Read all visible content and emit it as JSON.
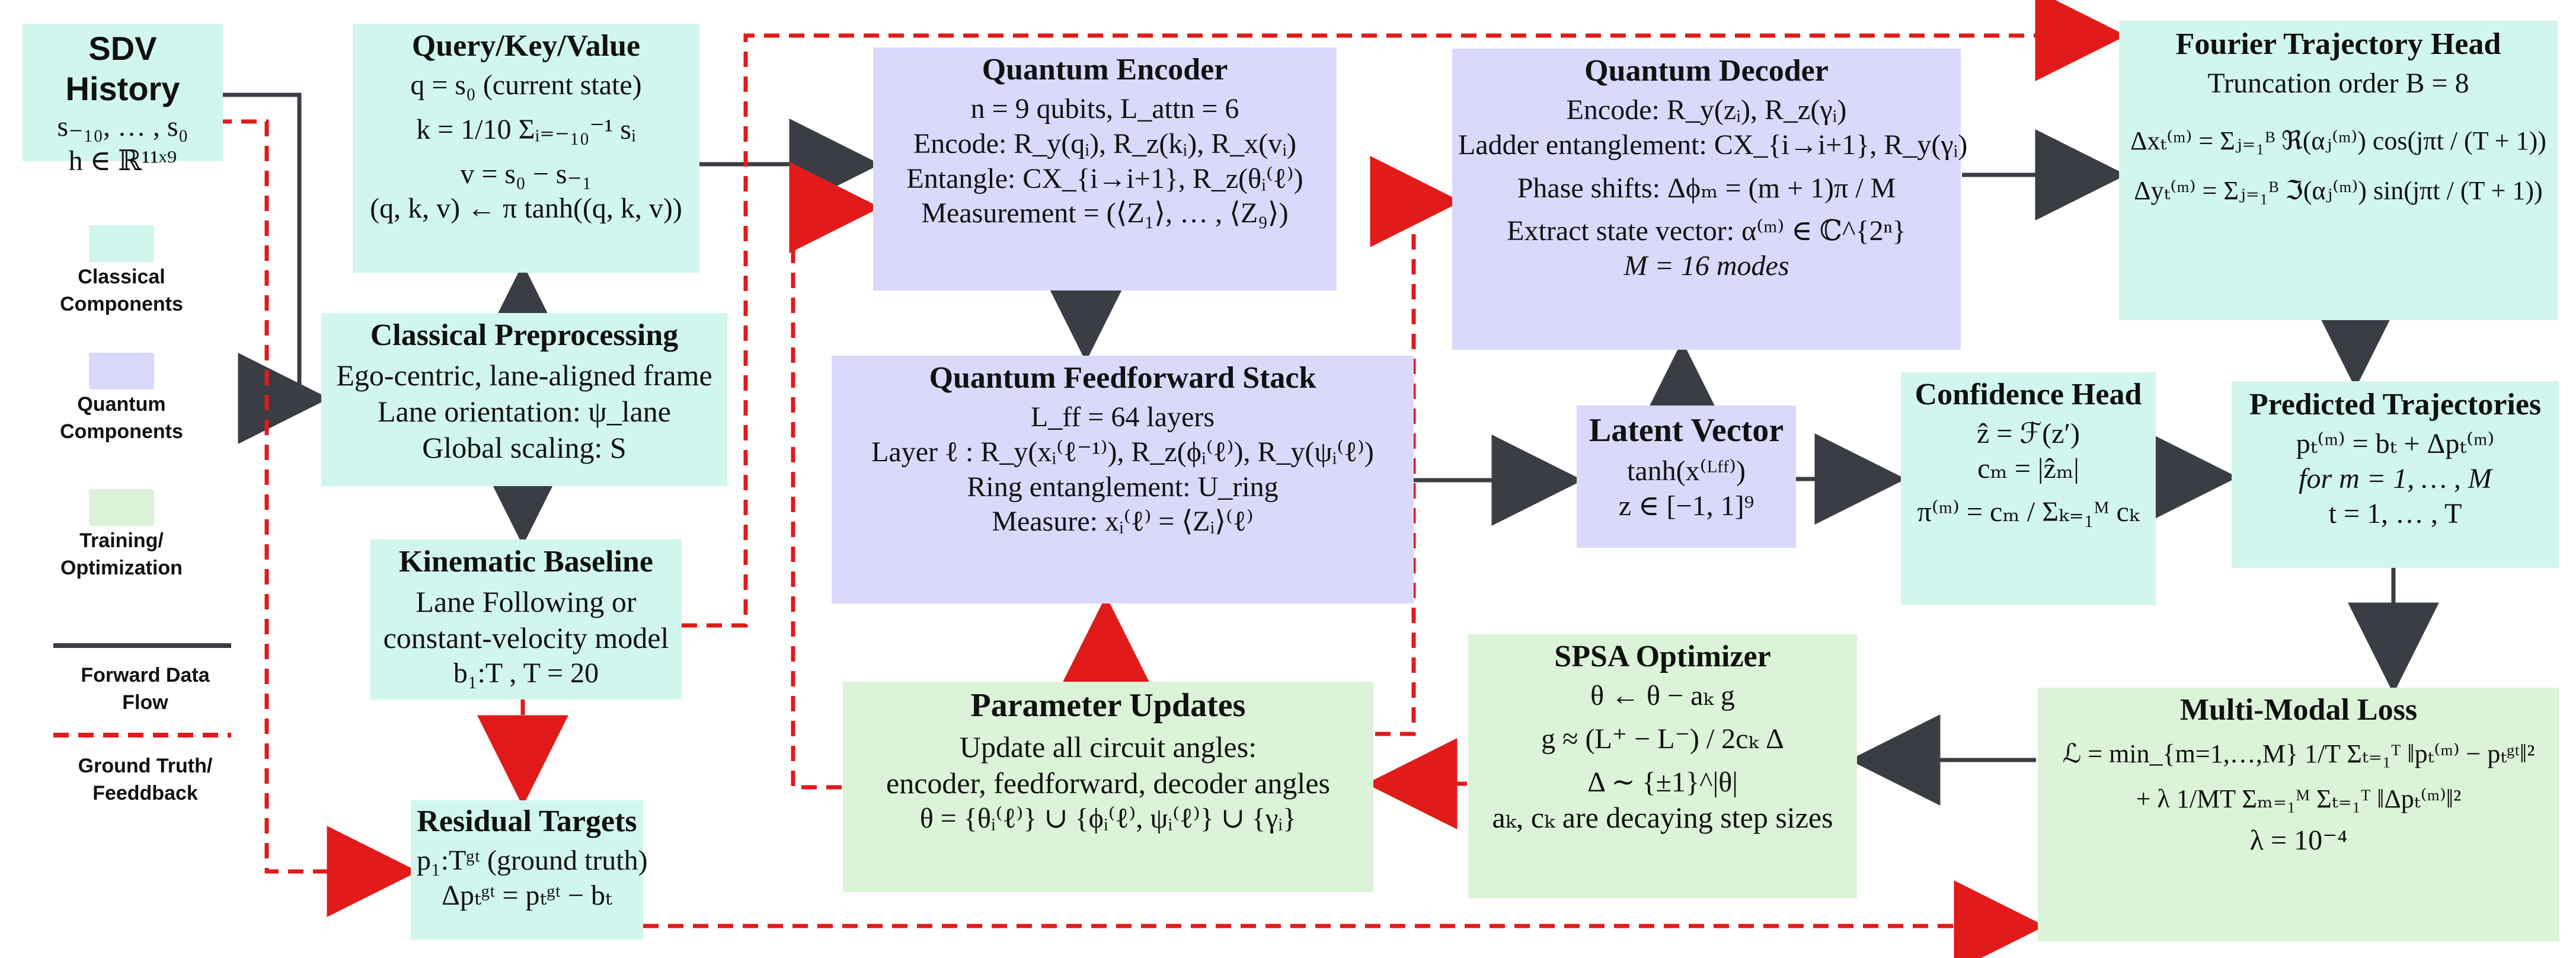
{
  "colors": {
    "classical": "#d1f6ee",
    "quantum": "#d8d9fb",
    "training": "#dbf3d7",
    "forward_arrow": "#3a3d44",
    "feedback_arrow": "#e11a1a"
  },
  "legend": {
    "classical": "Classical\nComponents",
    "quantum": "Quantum\nComponents",
    "training": "Training/\nOptimization",
    "forward": "Forward Data\nFlow",
    "feedback": "Ground Truth/\nFeeddback"
  },
  "sdv_history": {
    "title": "SDV History",
    "line1": "s₋₁₀, … , s₀",
    "line2": "h ∈ ℝ¹¹ˣ⁹"
  },
  "qkv": {
    "title": "Query/Key/Value",
    "line1": "q = s₀ (current state)",
    "line2": "k = 1/10 Σᵢ₌₋₁₀⁻¹ sᵢ",
    "line3": "v = s₀ − s₋₁",
    "line4": "(q, k, v) ← π tanh((q, k, v))"
  },
  "preprocessing": {
    "title": "Classical Preprocessing",
    "line1": "Ego-centric, lane-aligned frame",
    "line2": "Lane orientation: ψ_lane",
    "line3": "Global scaling: S"
  },
  "kinematic": {
    "title": "Kinematic Baseline",
    "line1": "Lane Following or",
    "line2": "constant-velocity model",
    "line3": "b₁:T ,    T = 20"
  },
  "residual": {
    "title": "Residual Targets",
    "line1": "p₁:Tᵍᵗ (ground truth)",
    "line2": "Δpₜᵍᵗ = pₜᵍᵗ − bₜ"
  },
  "encoder": {
    "title": "Quantum Encoder",
    "line1": "n = 9 qubits,     L_attn = 6",
    "line2": "Encode: R_y(qᵢ),  R_z(kᵢ),  R_x(vᵢ)",
    "line3": "Entangle: CX_{i→i+1},  R_z(θᵢ⁽ℓ⁾)",
    "line4": "Measurement = (⟨Z₁⟩, … , ⟨Z₉⟩)"
  },
  "feedforward": {
    "title": "Quantum Feedforward Stack",
    "line1": "L_ff = 64 layers",
    "line2": "Layer ℓ :  R_y(xᵢ⁽ℓ⁻¹⁾),  R_z(ϕᵢ⁽ℓ⁾),  R_y(ψᵢ⁽ℓ⁾)",
    "line3": "Ring entanglement: U_ring",
    "line4": "Measure: xᵢ⁽ℓ⁾ = ⟨Zᵢ⟩⁽ℓ⁾"
  },
  "updates": {
    "title": "Parameter Updates",
    "line1": "Update all circuit angles:",
    "line2": "encoder, feedforward, decoder angles",
    "line3": "θ = {θᵢ⁽ℓ⁾} ∪ {ϕᵢ⁽ℓ⁾, ψᵢ⁽ℓ⁾} ∪ {γᵢ}"
  },
  "decoder": {
    "title": "Quantum Decoder",
    "line1": "Encode: R_y(zᵢ),  R_z(γᵢ)",
    "line2": "Ladder entanglement: CX_{i→i+1},  R_y(γᵢ)",
    "line3": "Phase shifts: Δϕₘ = (m + 1)π / M",
    "line4": "Extract state vector: α⁽ᵐ⁾ ∈ ℂ^{2ⁿ}",
    "line5": "M = 16 modes"
  },
  "latent": {
    "title": "Latent Vector",
    "line1": "tanh(x⁽ᴸᶠᶠ⁾)",
    "line2": "z ∈ [−1, 1]⁹"
  },
  "spsa": {
    "title": "SPSA Optimizer",
    "line1": "θ ← θ − aₖ g",
    "line2": "g ≈ (L⁺ − L⁻) / 2cₖ  Δ",
    "line3": "Δ ∼ {±1}^|θ|",
    "line4": "aₖ, cₖ are decaying step sizes"
  },
  "confidence": {
    "title": "Confidence Head",
    "line1": "ẑ = ℱ(z′)",
    "line2": "cₘ = |ẑₘ|",
    "line3": "π⁽ᵐ⁾ = cₘ / Σₖ₌₁ᴹ cₖ"
  },
  "fourier": {
    "title": "Fourier Trajectory Head",
    "line1": "Truncation order B = 8",
    "line2": "Δxₜ⁽ᵐ⁾ = Σⱼ₌₁ᴮ ℜ(αⱼ⁽ᵐ⁾) cos(jπt / (T + 1))",
    "line3": "Δyₜ⁽ᵐ⁾ = Σⱼ₌₁ᴮ ℑ(αⱼ⁽ᵐ⁾) sin(jπt / (T + 1))"
  },
  "predicted": {
    "title": "Predicted Trajectories",
    "line1": "pₜ⁽ᵐ⁾ = bₜ + Δpₜ⁽ᵐ⁾",
    "line2": "for m = 1, … , M",
    "line3": "t = 1, … , T"
  },
  "loss": {
    "title": "Multi-Modal Loss",
    "line1": "ℒ = min_{m=1,…,M} 1/T Σₜ₌₁ᵀ ‖pₜ⁽ᵐ⁾ − pₜᵍᵗ‖²",
    "line2": "+ λ 1/MT Σₘ₌₁ᴹ Σₜ₌₁ᵀ ‖Δpₜ⁽ᵐ⁾‖²",
    "line3": "λ = 10⁻⁴"
  }
}
